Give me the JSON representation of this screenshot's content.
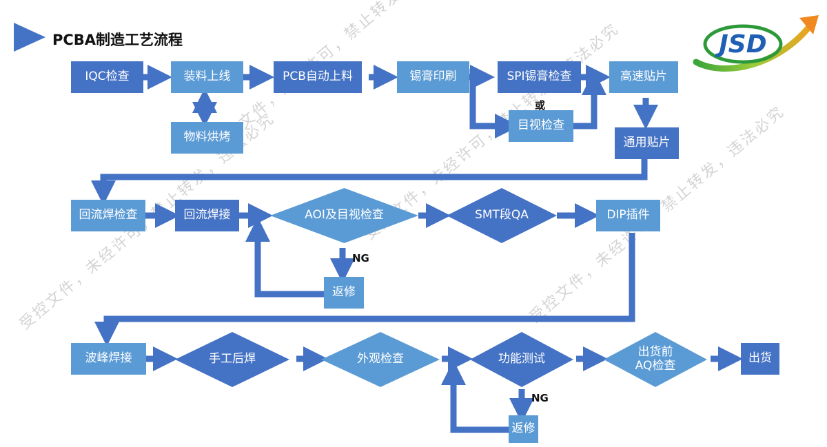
{
  "title": "PCBA制造工艺流程",
  "logo_text": "JSD",
  "watermark_text": "受控文件，未经许可，禁止转发，违法必究",
  "colors": {
    "dark_blue": "#4472c4",
    "light_blue": "#5b9bd5",
    "arrow": "#4472c4"
  },
  "row1": {
    "iqc": "IQC检查",
    "loading": "装料上线",
    "baking": "物料烘烤",
    "pcb_loading": "PCB自动上料",
    "printing": "锡膏印刷",
    "spi": "SPI锡膏检查",
    "or_label": "或",
    "visual": "目视检查",
    "high_speed": "高速贴片",
    "general": "通用贴片"
  },
  "row2": {
    "reflow_check": "回流焊检查",
    "reflow": "回流焊接",
    "aoi": "AOI及目视检查",
    "smt_qa": "SMT段QA",
    "dip": "DIP插件",
    "ng_label": "NG",
    "repair": "返修"
  },
  "row3": {
    "wave": "波峰焊接",
    "manual": "手工后焊",
    "appearance": "外观检查",
    "function": "功能测试",
    "pre_ship_line1": "出货前",
    "pre_ship_line2": "AQ检查",
    "ship": "出货",
    "ng_label": "NG",
    "repair": "返修"
  }
}
